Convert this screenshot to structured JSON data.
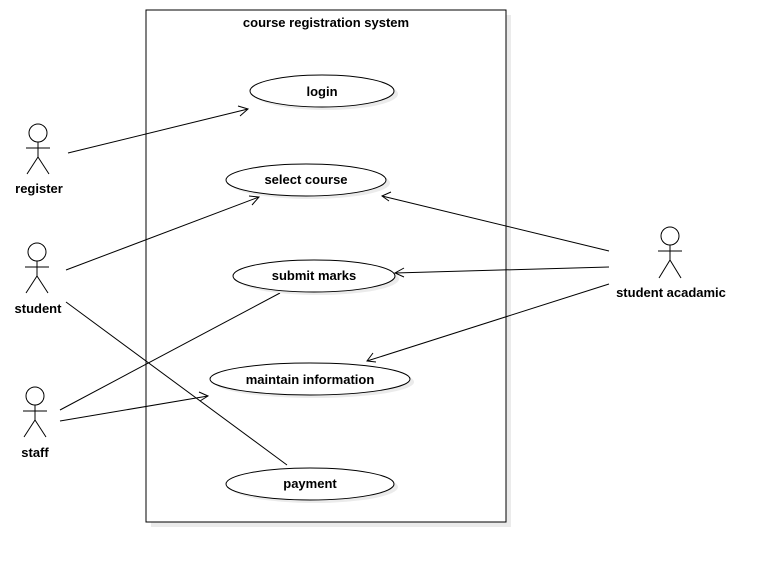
{
  "system": {
    "title": "course registration system"
  },
  "actors": [
    {
      "id": "register",
      "label": "register"
    },
    {
      "id": "student",
      "label": "student"
    },
    {
      "id": "staff",
      "label": "staff"
    },
    {
      "id": "student-acadamic",
      "label": "student acadamic"
    }
  ],
  "use_cases": [
    {
      "id": "login",
      "label": "login"
    },
    {
      "id": "select-course",
      "label": "select course"
    },
    {
      "id": "submit-marks",
      "label": "submit marks"
    },
    {
      "id": "maintain-information",
      "label": "maintain information"
    },
    {
      "id": "payment",
      "label": "payment"
    }
  ],
  "associations": [
    {
      "from": "register",
      "to": "login",
      "arrow": true
    },
    {
      "from": "student",
      "to": "select-course",
      "arrow": true
    },
    {
      "from": "student",
      "to": "payment",
      "arrow": false
    },
    {
      "from": "staff",
      "to": "submit-marks",
      "arrow": false
    },
    {
      "from": "staff",
      "to": "maintain-information",
      "arrow": true
    },
    {
      "from": "student-acadamic",
      "to": "select-course",
      "arrow": true
    },
    {
      "from": "student-acadamic",
      "to": "submit-marks",
      "arrow": true
    },
    {
      "from": "student-acadamic",
      "to": "maintain-information",
      "arrow": true
    }
  ],
  "colors": {
    "line": "#000000",
    "shadow": "#ebebeb",
    "fill": "#ffffff"
  }
}
